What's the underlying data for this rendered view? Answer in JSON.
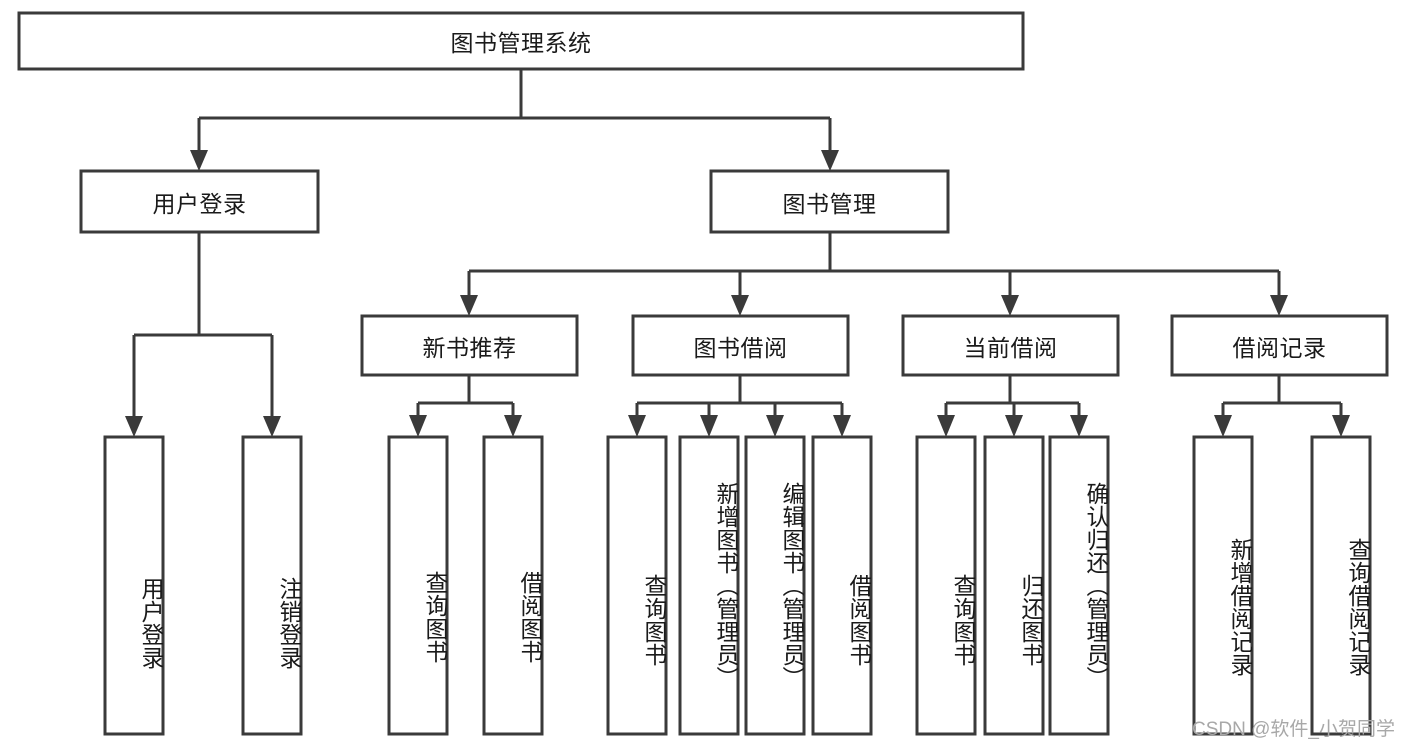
{
  "diagram": {
    "type": "tree",
    "title": "图书管理系统",
    "orientation": "top-down",
    "colors": {
      "stroke": "#3a3a3a",
      "box_fill": "#ffffff",
      "text": "#1a1a1a",
      "background": "#ffffff",
      "watermark": "#a8a8a8"
    },
    "root": {
      "label": "图书管理系统"
    },
    "level2": [
      {
        "label": "用户登录"
      },
      {
        "label": "图书管理"
      }
    ],
    "level3": [
      {
        "label": "新书推荐"
      },
      {
        "label": "图书借阅"
      },
      {
        "label": "当前借阅"
      },
      {
        "label": "借阅记录"
      }
    ],
    "leaves": {
      "user_login": [
        {
          "label": "用户登录"
        },
        {
          "label": "注销登录"
        }
      ],
      "new_book_recommend": [
        {
          "label": "查询图书"
        },
        {
          "label": "借阅图书"
        }
      ],
      "book_borrow": [
        {
          "label": "查询图书"
        },
        {
          "label": "新增图书（管理员）"
        },
        {
          "label": "编辑图书（管理员）"
        },
        {
          "label": "借阅图书"
        }
      ],
      "current_borrow": [
        {
          "label": "查询图书"
        },
        {
          "label": "归还图书"
        },
        {
          "label": "确认归还（管理员）"
        }
      ],
      "borrow_record": [
        {
          "label": "新增借阅记录"
        },
        {
          "label": "查询借阅记录"
        }
      ]
    }
  },
  "watermark": {
    "text": "CSDN @软件_小贺同学"
  }
}
